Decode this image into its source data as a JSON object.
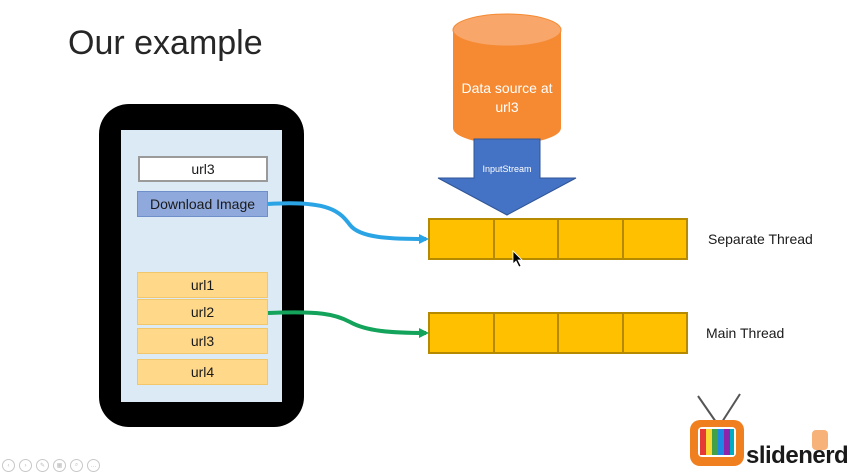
{
  "slide": {
    "title": "Our example"
  },
  "phone": {
    "url_input": "url3",
    "download_button": "Download Image",
    "url_list": [
      "url1",
      "url2",
      "url3",
      "url4"
    ]
  },
  "data_source": {
    "label_line1": "Data source at",
    "label_line2": "url3"
  },
  "stream": {
    "label": "InputStream"
  },
  "threads": {
    "separate": "Separate Thread",
    "main": "Main Thread"
  },
  "logo": {
    "text": "slidenerd"
  },
  "colors": {
    "cylinder": "#f58a32",
    "stream_arrow": "#4472c4",
    "thread_cell": "#ffc000",
    "thread_border": "#b58a00",
    "blue_connector": "#2ba4e6",
    "green_connector": "#13a35a"
  },
  "toolbar_icons": [
    "prev-icon",
    "next-icon",
    "pen-icon",
    "slides-icon",
    "zoom-icon",
    "more-icon"
  ]
}
